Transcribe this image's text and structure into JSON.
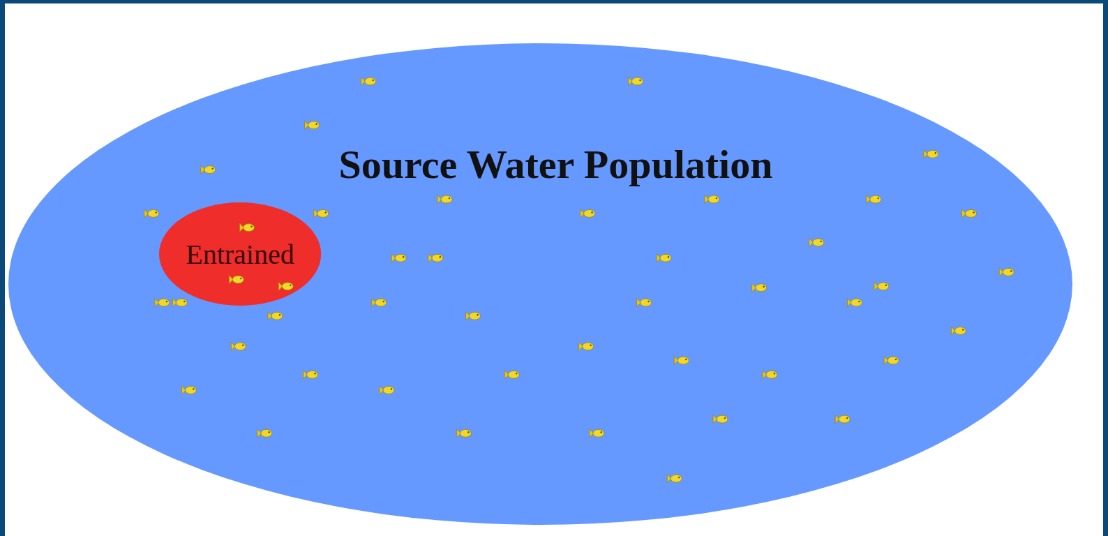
{
  "diagram": {
    "nodes": [
      {
        "text": [
          "Source Water Population"
        ]
      },
      {
        "text": [
          "Entrained"
        ],
        "in": 0
      }
    ]
  }
}
